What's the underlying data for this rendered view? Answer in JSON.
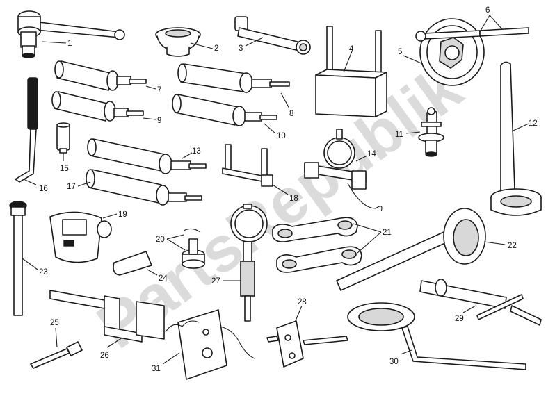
{
  "diagram": {
    "watermark": "PartsRepublik",
    "callouts": [
      {
        "id": "callout-1",
        "label": "1",
        "part": "part-1"
      },
      {
        "id": "callout-2",
        "label": "2",
        "part": "part-2"
      },
      {
        "id": "callout-3",
        "label": "3",
        "part": "part-3"
      },
      {
        "id": "callout-4",
        "label": "4",
        "part": "part-4"
      },
      {
        "id": "callout-5",
        "label": "5",
        "part": "part-5"
      },
      {
        "id": "callout-6",
        "label": "6",
        "part": "part-6"
      },
      {
        "id": "callout-7",
        "label": "7",
        "part": "part-7"
      },
      {
        "id": "callout-8",
        "label": "8",
        "part": "part-8"
      },
      {
        "id": "callout-9",
        "label": "9",
        "part": "part-9"
      },
      {
        "id": "callout-10",
        "label": "10",
        "part": "part-10"
      },
      {
        "id": "callout-11",
        "label": "11",
        "part": "part-11"
      },
      {
        "id": "callout-12",
        "label": "12",
        "part": "part-12"
      },
      {
        "id": "callout-13",
        "label": "13",
        "part": "part-13"
      },
      {
        "id": "callout-14",
        "label": "14",
        "part": "part-14"
      },
      {
        "id": "callout-15",
        "label": "15",
        "part": "part-15"
      },
      {
        "id": "callout-16",
        "label": "16",
        "part": "part-16"
      },
      {
        "id": "callout-17",
        "label": "17",
        "part": "part-17"
      },
      {
        "id": "callout-18",
        "label": "18",
        "part": "part-18"
      },
      {
        "id": "callout-19",
        "label": "19",
        "part": "part-19"
      },
      {
        "id": "callout-20",
        "label": "20",
        "part": "part-20"
      },
      {
        "id": "callout-21",
        "label": "21",
        "part": "part-21"
      },
      {
        "id": "callout-22",
        "label": "22",
        "part": "part-22"
      },
      {
        "id": "callout-23",
        "label": "23",
        "part": "part-23"
      },
      {
        "id": "callout-24",
        "label": "24",
        "part": "part-24"
      },
      {
        "id": "callout-25",
        "label": "25",
        "part": "part-25"
      },
      {
        "id": "callout-26",
        "label": "26",
        "part": "part-26"
      },
      {
        "id": "callout-27",
        "label": "27",
        "part": "part-27"
      },
      {
        "id": "callout-28",
        "label": "28",
        "part": "part-28"
      },
      {
        "id": "callout-29",
        "label": "29",
        "part": "part-29"
      },
      {
        "id": "callout-30",
        "label": "30",
        "part": "part-30"
      },
      {
        "id": "callout-31",
        "label": "31",
        "part": "part-31"
      }
    ]
  }
}
